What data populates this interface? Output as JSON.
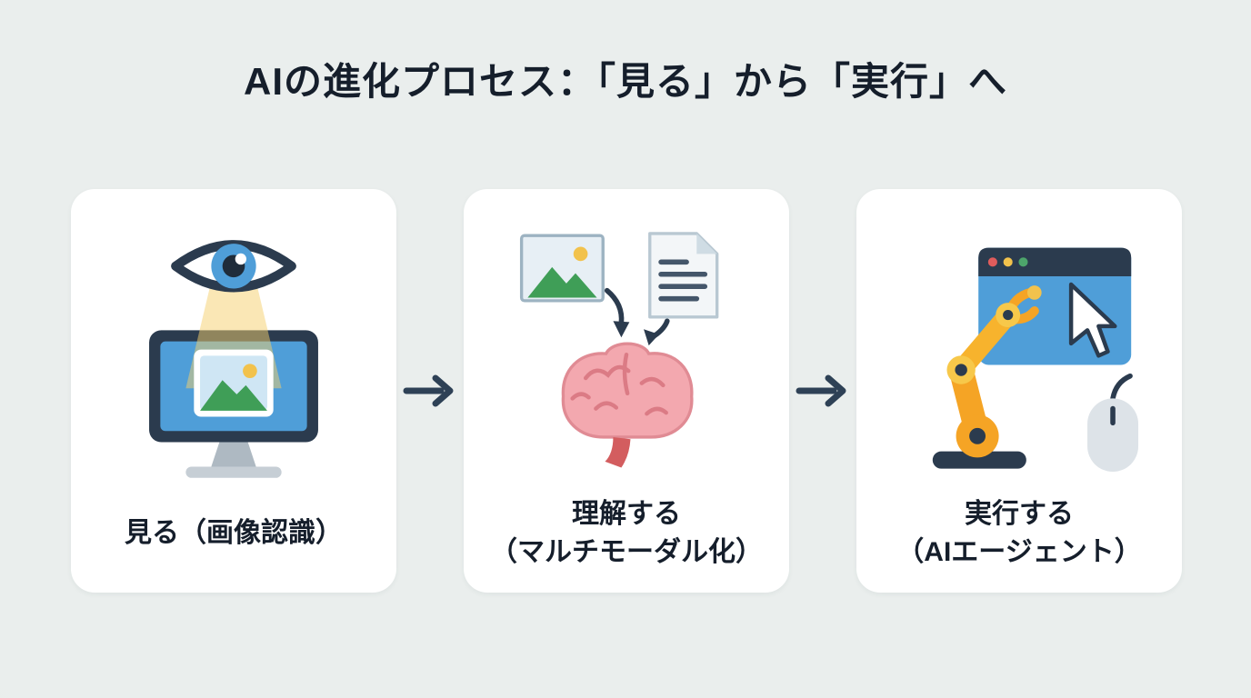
{
  "title": "AIの進化プロセス：「見る」から「実行」へ",
  "steps": [
    {
      "id": "see",
      "icon": "eye-monitor-icon",
      "lines": [
        "見る（画像認識）"
      ]
    },
    {
      "id": "understand",
      "icon": "brain-multimodal-icon",
      "lines": [
        "理解する",
        "（マルチモーダル化）"
      ]
    },
    {
      "id": "execute",
      "icon": "robot-browser-icon",
      "lines": [
        "実行する",
        "（AIエージェント）"
      ]
    }
  ],
  "icons": [
    "eye-monitor-icon",
    "brain-multimodal-icon",
    "robot-browser-icon",
    "flow-arrow-icon"
  ],
  "colors": {
    "background": "#e8eceb",
    "card": "#ffffff",
    "text": "#151e2b",
    "arrow": "#2e4156",
    "navy": "#2b3b4e",
    "blue": "#4f9ed8",
    "yellow": "#f2c24c",
    "orange": "#f5a425",
    "green": "#3f9e57",
    "pink": "#f3a8af",
    "brain_stem_red": "#d35d5f",
    "gray": "#c6ced5"
  }
}
